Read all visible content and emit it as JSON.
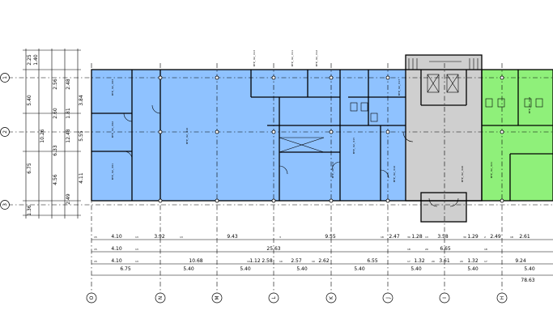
{
  "axes": {
    "horizontal": [
      "1",
      "2",
      "3"
    ],
    "vertical": [
      "O",
      "N",
      "M",
      "L",
      "K",
      "J",
      "I",
      "H"
    ]
  },
  "left_dimensions": {
    "col1": [
      "2.25",
      "1.40",
      "5.40",
      "6.75",
      "1.36"
    ],
    "col2": [
      "10.26"
    ],
    "col3": [
      "2.56",
      "2.60",
      "6.33",
      "4.56"
    ],
    "col4": [
      "2.48",
      "12.48",
      "1.81",
      "2.49"
    ],
    "col5": [
      "3.84",
      "5.55",
      "4.11"
    ]
  },
  "dimension_rows": {
    "row1": [
      "4.10",
      "3.92",
      "9.43",
      "9.55",
      "2.47",
      "1.28",
      "3.58",
      "1.29",
      "2.49",
      "2.61"
    ],
    "row1_small": [
      "15",
      "13",
      "13",
      "3",
      "18",
      "30",
      "13",
      "30",
      "2",
      "18"
    ],
    "row2": [
      "4.10",
      "25.63",
      "6.65"
    ],
    "row2_small": [
      "15",
      "13",
      "18",
      "20",
      "18"
    ],
    "row3": [
      "4.10",
      "10.68",
      "1.12",
      "2.58",
      "2.57",
      "2.62",
      "6.55",
      "1.32",
      "3.61",
      "1.32",
      "9.24"
    ],
    "row3_small": [
      "15",
      "13",
      "10",
      "10",
      "10",
      "17",
      "20",
      "20",
      "17"
    ],
    "row4": [
      "6.75",
      "5.40",
      "5.40",
      "5.40",
      "5.40",
      "5.40",
      "5.40",
      "5.40"
    ],
    "total": "78.63"
  },
  "room_labels": [
    "BTP_ 02_ 003",
    "BTP_ 02_ 002",
    "BTP_ 02_ 001",
    "BTP_ 02_ 010",
    "BTP_ 02_ 011",
    "BTP_ 02_ 012",
    "BTP_ 02_ 013",
    "BTP_ 02_ 014",
    "BTP_ 02_ 015",
    "BTP_ 02_ 016",
    "BTP_ 02_ 017",
    "BTP_ 02_ 020",
    "BTP_ 02_ 021",
    "BTP_ 02_ 022"
  ],
  "colors": {
    "zone_blue": "#8fc2ff",
    "zone_gray": "#cfcfcf",
    "zone_green": "#8ff07a"
  }
}
